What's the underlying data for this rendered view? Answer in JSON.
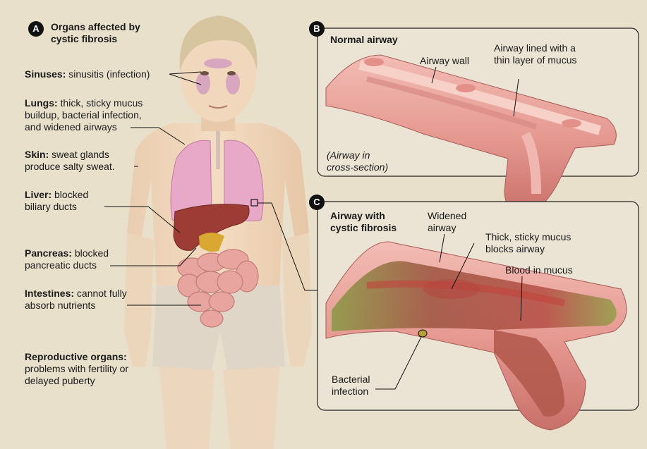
{
  "panel_a": {
    "badge": "A",
    "title": "Organs affected by cystic fibrosis",
    "labels": [
      {
        "term": "Sinuses:",
        "desc": "sinusitis (infection)"
      },
      {
        "term": "Lungs:",
        "desc": "thick, sticky mucus buildup, bacterial infection, and widened airways"
      },
      {
        "term": "Skin:",
        "desc": "sweat glands produce salty sweat."
      },
      {
        "term": "Liver:",
        "desc": "blocked biliary ducts"
      },
      {
        "term": "Pancreas:",
        "desc": "blocked pancreatic ducts"
      },
      {
        "term": "Intestines:",
        "desc": "cannot fully absorb nutrients"
      },
      {
        "term": "Reproductive organs:",
        "desc": "problems with fertility or delayed puberty"
      }
    ]
  },
  "panel_b": {
    "badge": "B",
    "title": "Normal airway",
    "airway_wall": "Airway wall",
    "mucus_layer": "Airway lined with a thin layer of mucus",
    "cross_section": "(Airway in cross-section)"
  },
  "panel_c": {
    "badge": "C",
    "title": "Airway with cystic fibrosis",
    "widened": "Widened airway",
    "thick_mucus": "Thick, sticky mucus blocks airway",
    "blood": "Blood in mucus",
    "bacterial": "Bacterial infection"
  },
  "colors": {
    "background": "#e9e0cb",
    "panel_bg": "#ebe4d4",
    "tissue": "#e9a6a0",
    "lung": "#e8a8c8",
    "liver": "#9c3c34",
    "mucus_green": "#8f9a4a"
  }
}
